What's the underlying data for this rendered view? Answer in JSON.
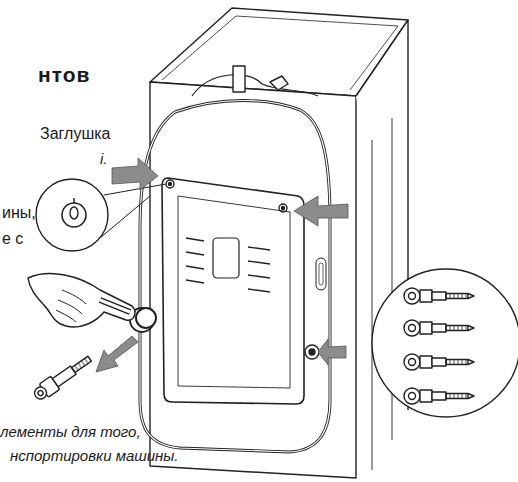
{
  "diagram": {
    "title": "нтов",
    "caption": "лементы для того, нспортировки машины.",
    "labels": [
      "Заглушка",
      "і.",
      "ины,",
      "е с"
    ]
  }
}
